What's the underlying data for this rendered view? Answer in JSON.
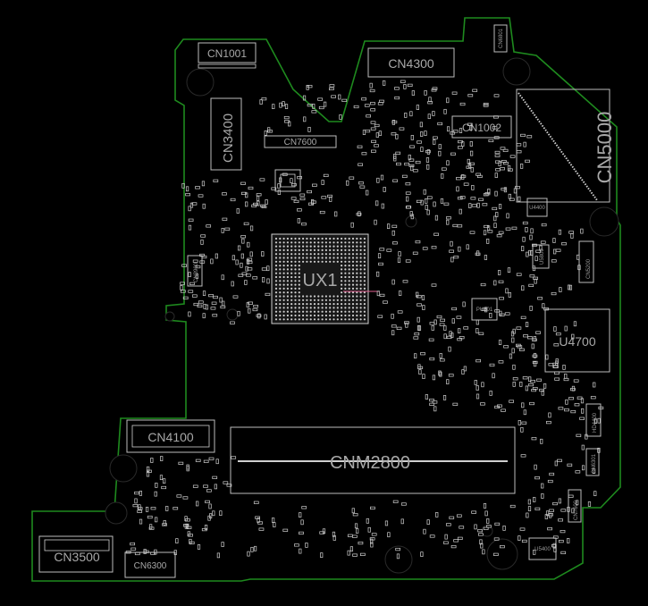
{
  "labels": {
    "cn1001": "CN1001",
    "cn4300": "CN4300",
    "cn1002": "CN1002",
    "cn5000": "CN5000",
    "cn3400": "CN3400",
    "cn7600": "CN7600",
    "ux1": "UX1",
    "u4700": "U4700",
    "cn4100": "CN4100",
    "cnm2800": "CNM2800",
    "cn3500": "CN3500",
    "cn6300": "CN6300",
    "pu801": "PU801",
    "cn5200": "CN5200",
    "cn6801": "CN6801",
    "hd4400": "HD4400",
    "cn6301": "CN6301",
    "cn7600b": "CN7600",
    "u4400": "U4400",
    "u5400": "U5400",
    "cn3900": "CN3900",
    "u5800": "U5800"
  },
  "colors": {
    "outline": "#1e8a1e",
    "silkscreen": "#bdbdbd",
    "background": "#000000"
  }
}
